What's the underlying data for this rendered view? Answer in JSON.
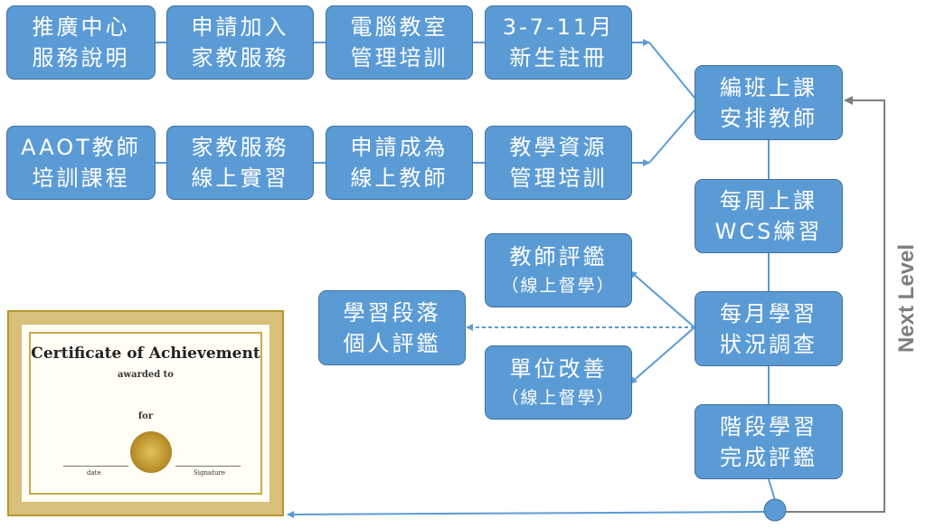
{
  "row1": [
    {
      "l1": "推廣中心",
      "l2": "服務說明"
    },
    {
      "l1": "申請加入",
      "l2": "家教服務"
    },
    {
      "l1": "電腦教室",
      "l2": "管理培訓"
    },
    {
      "l1": "3-7-11月",
      "l2": "新生註冊"
    }
  ],
  "row2": [
    {
      "l1": "AAOT教師",
      "l2": "培訓課程"
    },
    {
      "l1": "家教服務",
      "l2": "線上實習"
    },
    {
      "l1": "申請成為",
      "l2": "線上教師"
    },
    {
      "l1": "教學資源",
      "l2": "管理培訓"
    }
  ],
  "center": {
    "schedule": {
      "l1": "編班上課",
      "l2": "安排教師"
    },
    "weekly": {
      "l1": "每周上課",
      "l2": "WCS練習"
    },
    "monthly": {
      "l1": "每月學習",
      "l2": "狀況調查"
    },
    "stage": {
      "l1": "階段學習",
      "l2": "完成評鑑"
    }
  },
  "left": {
    "teacher_eval": {
      "l1": "教師評鑑",
      "sub": "（線上督學）"
    },
    "personal_eval": {
      "l1": "學習段落",
      "l2": "個人評鑑"
    },
    "unit_improve": {
      "l1": "單位改善",
      "sub": "（線上督學）"
    }
  },
  "side_label": "Next Level",
  "certificate": {
    "title": "Certificate of Achievement",
    "awarded": "awarded to",
    "for": "for",
    "date": "date",
    "signature": "Signature"
  },
  "colors": {
    "box": "#5b9bd5",
    "box_border": "#41719c",
    "arrow": "#5b9bd5",
    "loop": "#7f7f7f",
    "gold": "#d8c07a"
  }
}
